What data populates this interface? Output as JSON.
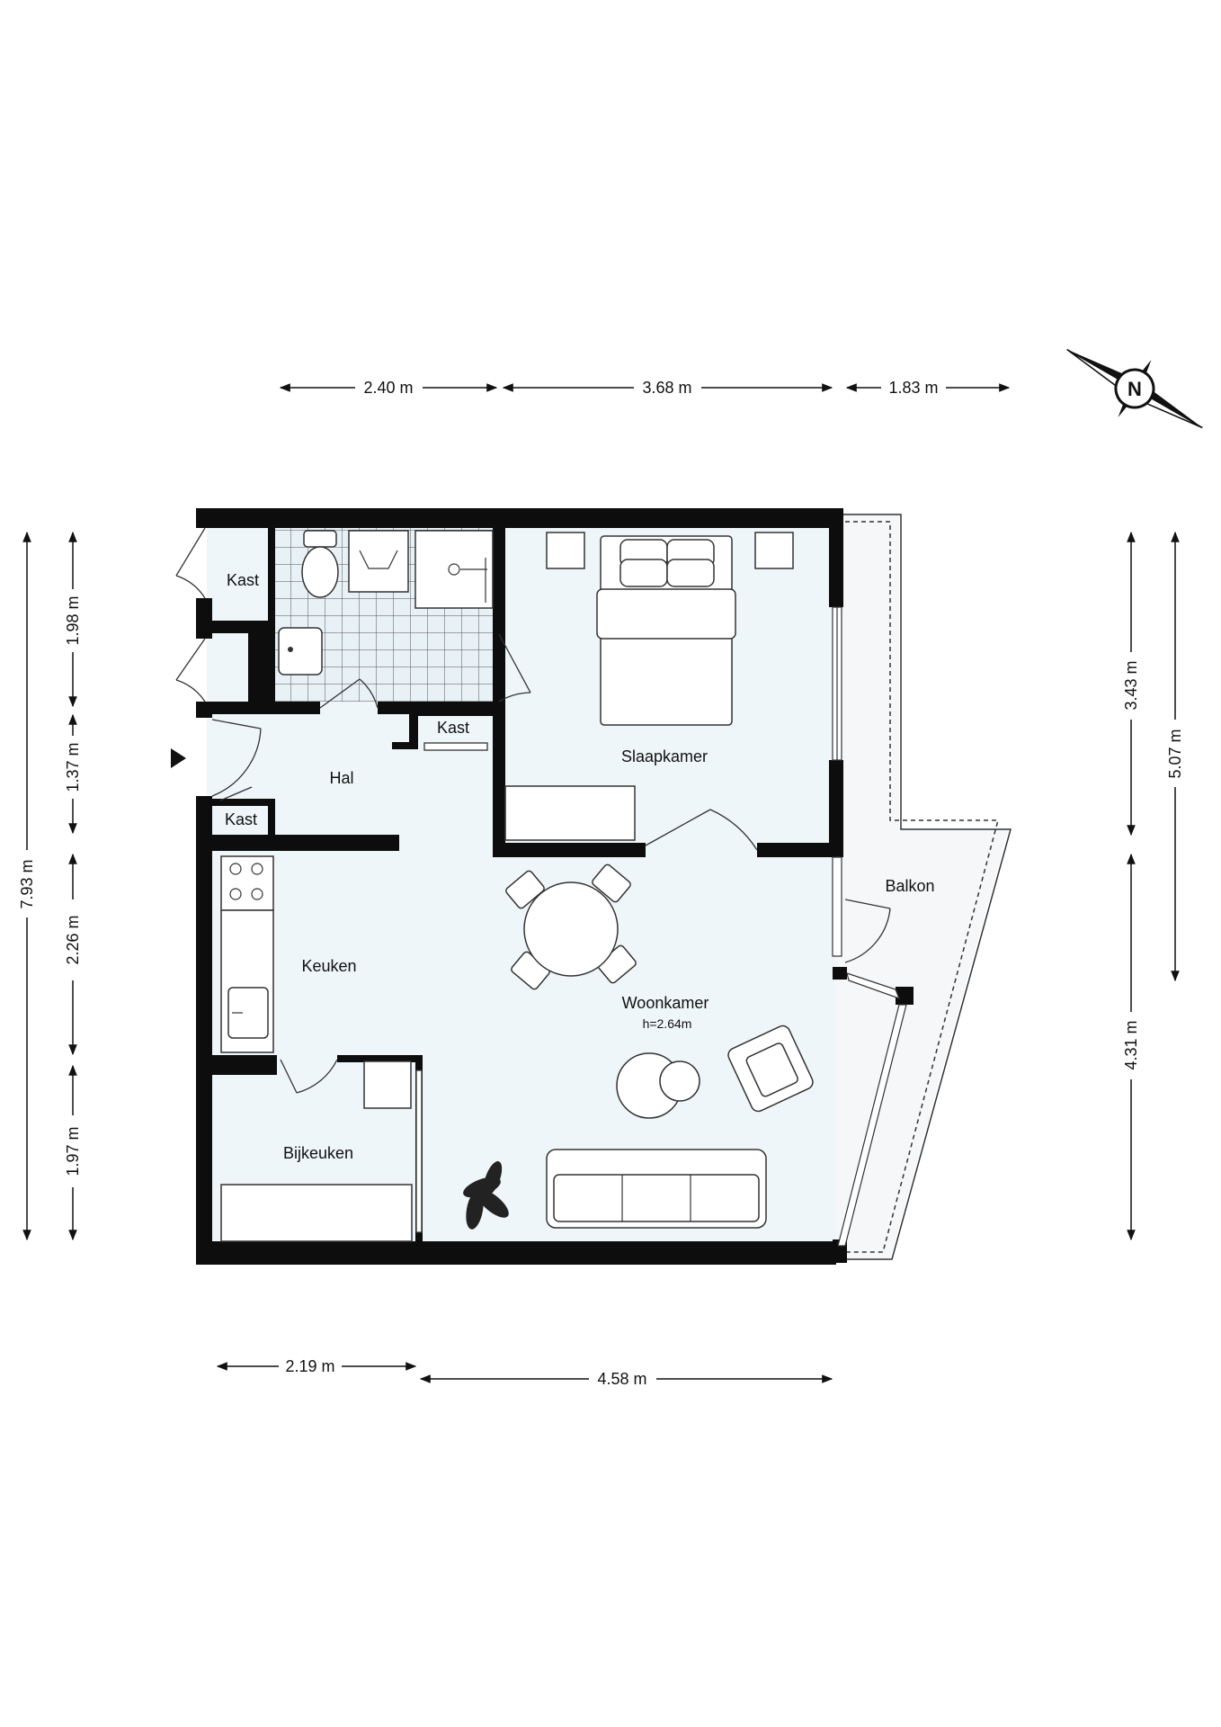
{
  "dimensions": {
    "top": [
      "2.40 m",
      "3.68 m",
      "1.83 m"
    ],
    "bottom": [
      "2.19 m",
      "4.58 m"
    ],
    "left_outer": "7.93 m",
    "left": [
      "1.98 m",
      "1.37 m",
      "2.26 m",
      "1.97 m"
    ],
    "right": [
      "3.43 m",
      "4.31 m"
    ],
    "right_outer": "5.07 m"
  },
  "rooms": {
    "kast_top": "Kast",
    "kast_middle": "Kast",
    "kast_hal": "Kast",
    "hal": "Hal",
    "slaapkamer": "Slaapkamer",
    "keuken": "Keuken",
    "woonkamer": "Woonkamer",
    "woonkamer_height": "h=2.64m",
    "bijkeuken": "Bijkeuken",
    "balkon": "Balkon"
  },
  "compass": {
    "label": "N",
    "icon": "north-arrow-icon"
  },
  "entrance": {
    "icon": "entrance-arrow-icon"
  }
}
